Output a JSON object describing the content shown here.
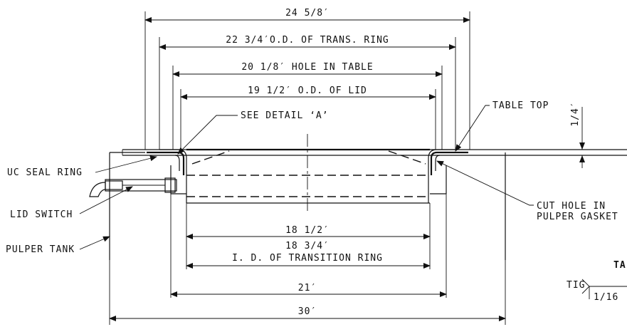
{
  "dimensions": {
    "overall_24_5_8": "24 5/8′",
    "trans_ring_od": "22 3/4′O.D. OF TRANS. RING",
    "hole_in_table": "20 1/8′ HOLE IN TABLE",
    "lid_od": "19 1/2′ O.D. OF LID",
    "inner_18_1_2": "18 1/2′",
    "inner_18_3_4": "18 3/4′",
    "id_transition_ring": "I. D. OF TRANSITION RING",
    "width_21": "21′",
    "width_30": "30′",
    "table_thickness": "1/4′"
  },
  "callouts": {
    "see_detail_a": "SEE DETAIL ‘A’",
    "table_top": "TABLE TOP",
    "uc_seal_ring": "UC SEAL RING",
    "lid_switch": "LID SWITCH",
    "pulper_tank": "PULPER TANK",
    "cut_hole_line1": "CUT HOLE IN",
    "cut_hole_line2": "PULPER GASKET"
  },
  "weld_note": {
    "ta": "TA",
    "tig": "TIG",
    "size": "1/16"
  }
}
